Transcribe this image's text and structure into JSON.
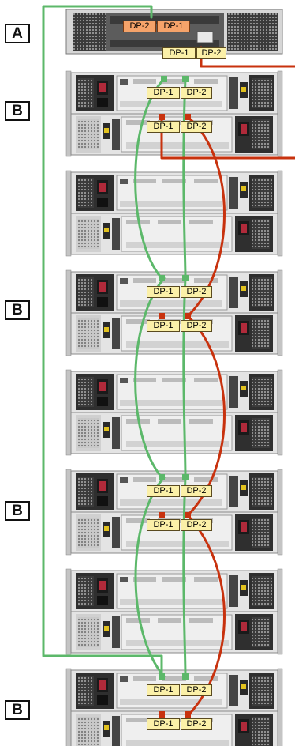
{
  "labels": {
    "controller": "A",
    "enclosure": "B"
  },
  "ports": {
    "dp1": "DP-1",
    "dp2": "DP-2"
  },
  "colors": {
    "cable_green": "#5cb86a",
    "cable_red": "#c8320e",
    "chassis_dark": "#2e2e2e",
    "chassis_light": "#dcdcdc",
    "port_yellow": "#fbf0a8",
    "port_orange": "#f5a36a"
  }
}
